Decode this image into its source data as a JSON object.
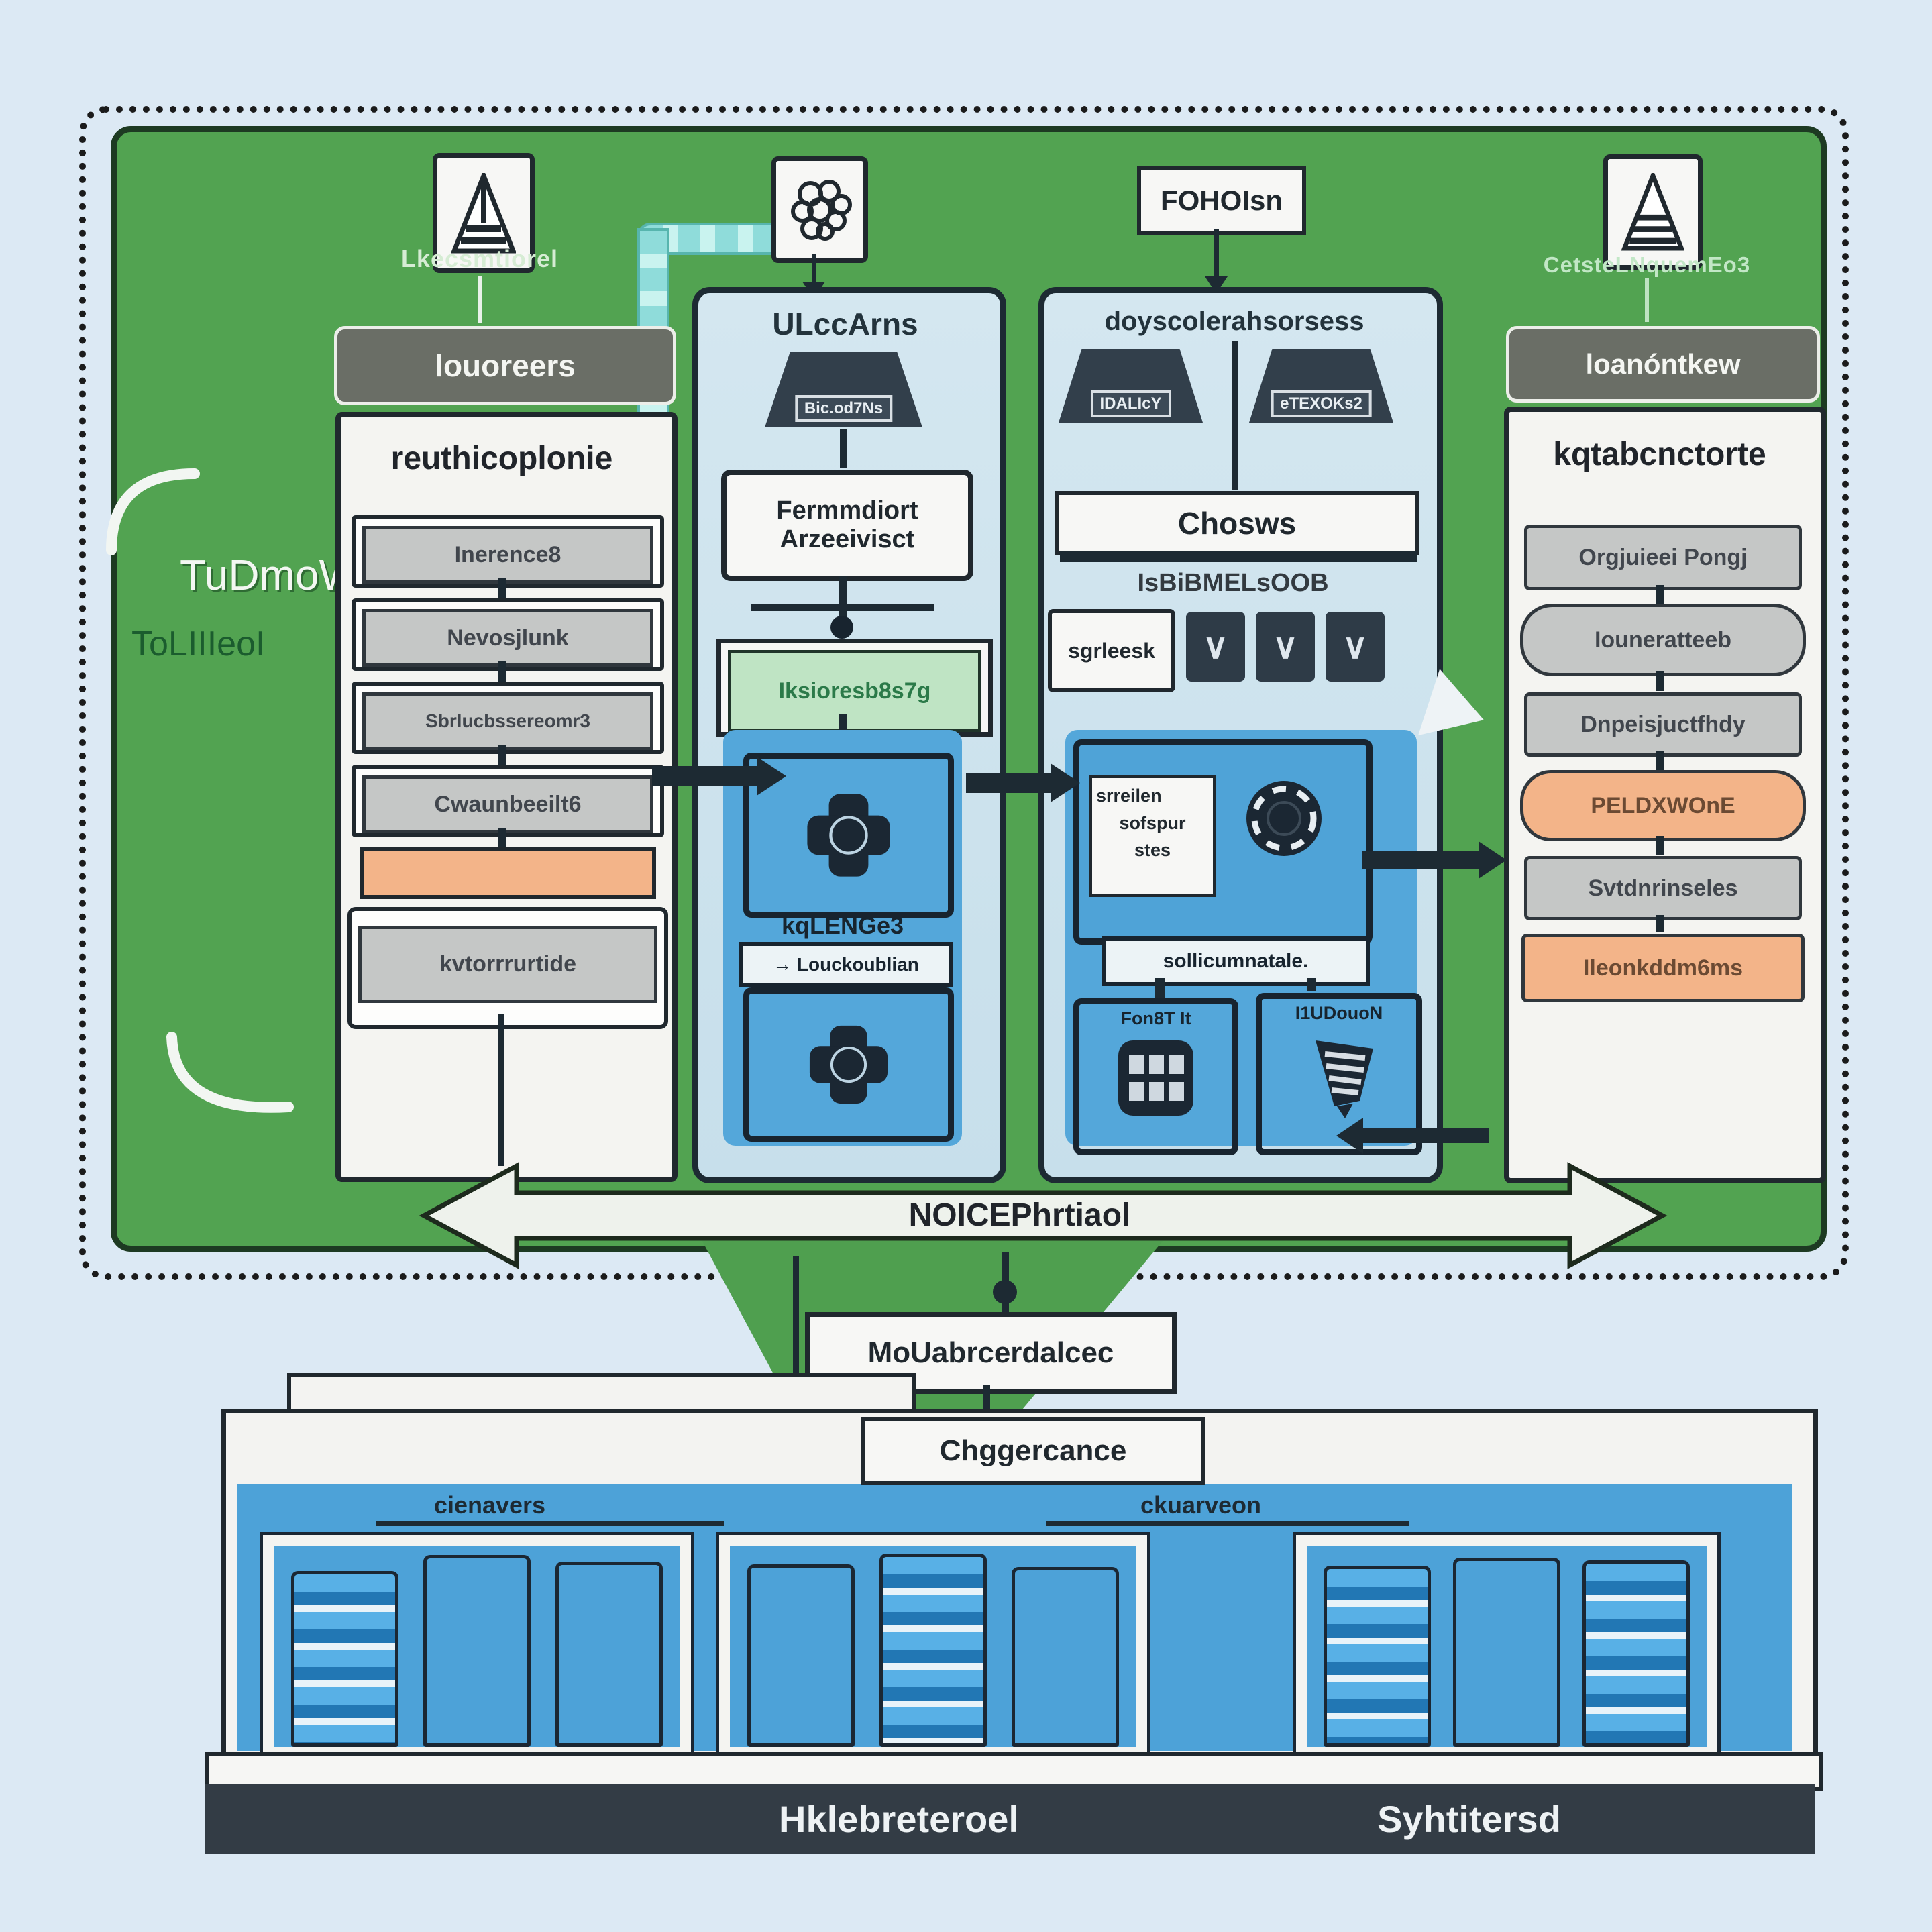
{
  "top": {
    "left_icon_label": "Lkecsmtiorel",
    "cloud_box_label": "FOHOIsn",
    "right_icon_label": "CetsteLNquemEo3"
  },
  "side_labels": {
    "outer": "TuDmoWqut",
    "inner": "ToLIIIeoI"
  },
  "left_panel": {
    "header": "louoreers",
    "title": "reuthicoplonie",
    "items": [
      {
        "label": "Inerence8"
      },
      {
        "label": "Nevosjlunk"
      },
      {
        "label": "Sbrlucbssereomr3"
      },
      {
        "label": "Cwaunbeeilt6"
      },
      {
        "label": ""
      },
      {
        "label": "kvtorrrurtide"
      }
    ]
  },
  "middle_left_panel": {
    "title": "ULccArns",
    "badge": "Bic.od7Ns",
    "box1_line1": "Fermmdiort",
    "box1_line2": "Arzeeivisct",
    "green_label": "Iksioresb8s7g",
    "cluster_label": "kqLENGe3",
    "strip_label": "→ Louckoublian"
  },
  "middle_right_panel": {
    "title": "doyscolerahsorsess",
    "badge1": "IDALIcY",
    "badge2": "eTEXOKs2",
    "bar": "Chosws",
    "sub_label": "IsBiBMELsOOB",
    "button": "sgrleesk",
    "chevron_glyph": "∨",
    "server_box_line1": "srreilen",
    "server_box_line2": "sofspur",
    "server_box_line3": "stes",
    "strip_label": "sollicumnatale.",
    "box_left": "Fon8T It",
    "box_right": "I1UDouoN"
  },
  "right_panel": {
    "header": "loanóntkew",
    "title": "kqtabcnctorte",
    "items": [
      {
        "label": "Orgjuieei Pongj"
      },
      {
        "label": "Iouneratteeb"
      },
      {
        "label": "Dnpeisjuctfhdy"
      },
      {
        "label": "PELDXWOnE"
      },
      {
        "label": "Svtdnrinseles"
      },
      {
        "label": "Ileonkddm6ms"
      }
    ]
  },
  "hub": {
    "arrow_label": "NOICEPhrtiaol",
    "connector_label": "MoUabrcerdalcec"
  },
  "building": {
    "top_box": "Chggercance",
    "area_label_left": "cienavers",
    "area_label_right": "ckuarveon",
    "base_label_left": "Hklebreteroel",
    "base_label_right": "Syhtitersd"
  }
}
